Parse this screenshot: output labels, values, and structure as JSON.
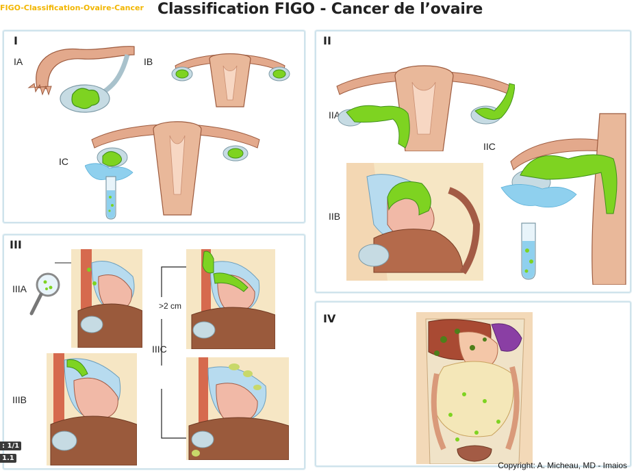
{
  "header": {
    "tag_label": "FIGO-Classification-Ovaire-Cancer",
    "title": "Classification FIGO - Cancer de l’ovaire"
  },
  "panels": {
    "stage_I": {
      "label": "I",
      "sub": {
        "ia": "IA",
        "ib": "IB",
        "ic": "IC"
      }
    },
    "stage_II": {
      "label": "II",
      "sub": {
        "iia": "IIA",
        "iib": "IIB",
        "iic": "IIC"
      }
    },
    "stage_III": {
      "label": "III",
      "sub": {
        "iiia": "IIIA",
        "iiib": "IIIB",
        "iiic": "IIIC",
        "size_note": ">2 cm"
      }
    },
    "stage_IV": {
      "label": "IV"
    }
  },
  "footer": {
    "copyright": "Copyright: A. Micheau, MD - Imaios"
  },
  "overlay": {
    "page_counter": ": 1/1",
    "version": "1.1"
  },
  "colors": {
    "uterus": "#e9b89a",
    "uterus_dark": "#b5694b",
    "tumor": "#7ed321",
    "tumor_dark": "#3f8f1a",
    "ovary": "#b9d2dc",
    "fluid": "#8fd0ee",
    "panel_border": "#cfe3ec",
    "title_tag": "#f2b600"
  }
}
